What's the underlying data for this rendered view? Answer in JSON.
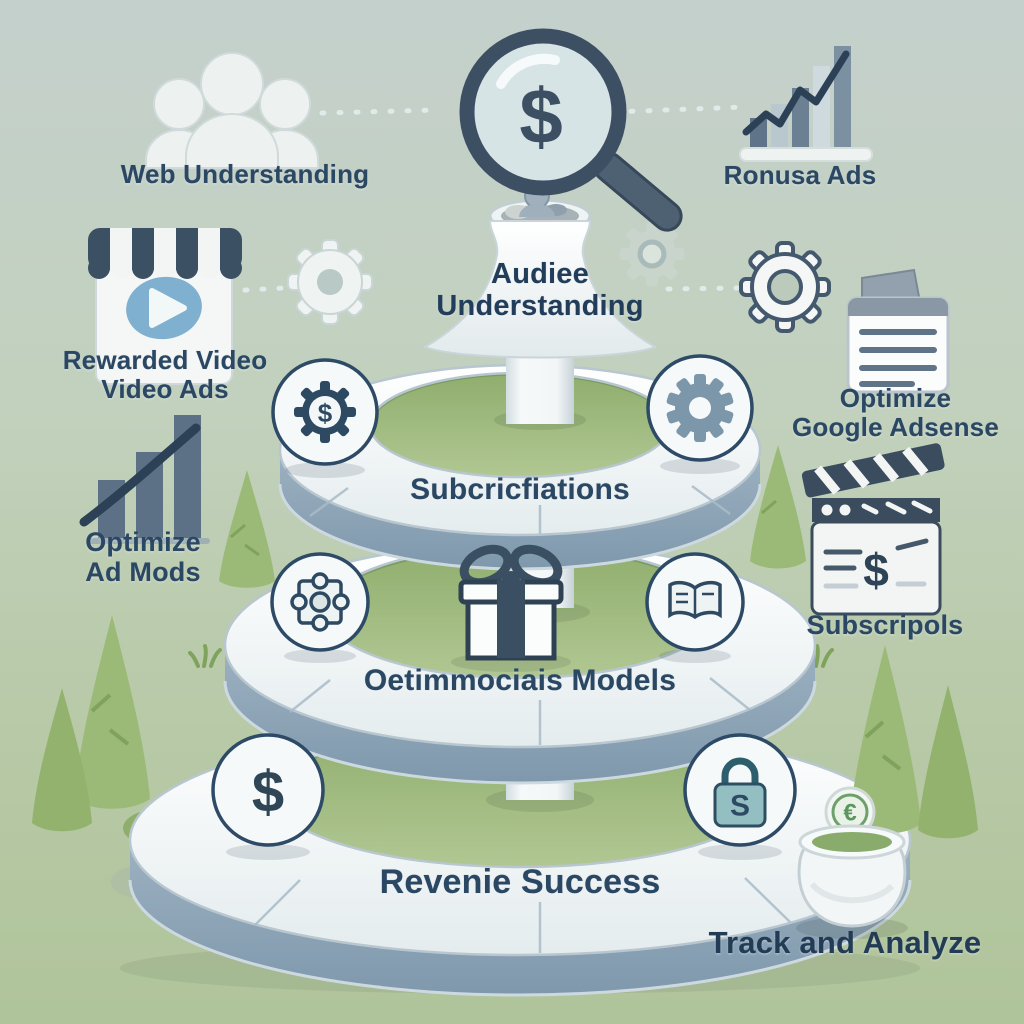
{
  "palette": {
    "background_top": "#c4d0cc",
    "background_bottom": "#b0c49b",
    "text_navy": "#2a4763",
    "slate": "#3c5064",
    "tier_side": "#8aa3b6",
    "tree_green": "#9cba77",
    "play_blue": "#7fb0cf",
    "lock_teal": "#93bec2"
  },
  "nodes": {
    "audience": {
      "icon": "people-group-icon",
      "label": "Web Understanding"
    },
    "ads": {
      "icon": "growth-bar-chart-icon",
      "label": "Ronusa Ads"
    },
    "magnifier": {
      "icon": "magnifier-dollar-icon",
      "symbol": "$"
    },
    "funnel": {
      "icon": "funnel-icon",
      "line1": "Audiee",
      "line2": "Understanding"
    },
    "rewarded_video": {
      "icon": "storefront-play-icon",
      "line1": "Rewarded Video",
      "line2": "Video Ads"
    },
    "google_adsense": {
      "icon": "document-icon",
      "line1": "Optimize",
      "line2": "Google Adsense"
    },
    "ad_mods": {
      "icon": "bar-chart-trend-icon",
      "line1": "Optimize",
      "line2": "Ad Mods"
    },
    "subscriptions": {
      "icon": "clapperboard-dollar-icon",
      "label": "Subscripols",
      "symbol": "$"
    },
    "track": {
      "icon": "money-pot-icon",
      "label": "Track and Analyze",
      "coin_symbol": "€"
    }
  },
  "tiers": [
    {
      "label": "Subcricfiations",
      "left_icon": "gear-dollar-badge-icon",
      "right_icon": "gear-badge-icon",
      "left_symbol": "$"
    },
    {
      "label": "Oetimmociais Models",
      "left_icon": "puzzle-badge-icon",
      "right_icon": "open-book-badge-icon",
      "center_icon": "gift-box-icon"
    },
    {
      "label": "Revenie Success",
      "left_icon": "dollar-badge-icon",
      "right_icon": "padlock-badge-icon",
      "left_symbol": "$",
      "right_symbol": "S"
    }
  ]
}
